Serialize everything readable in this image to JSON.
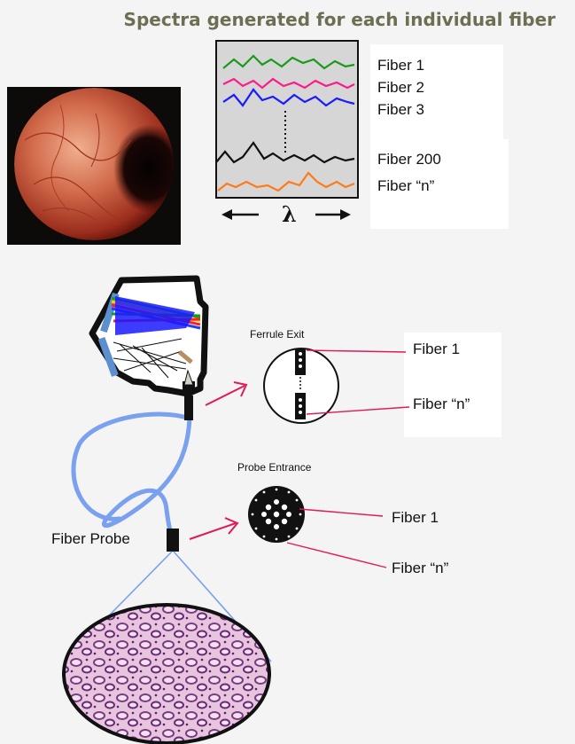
{
  "title": "Spectra generated for each individual fiber",
  "spectra_labels": [
    "Fiber 1",
    "Fiber 2",
    "Fiber 3",
    "Fiber 200",
    "Fiber “n”"
  ],
  "wavelength_symbol": "λ",
  "ferrule": {
    "caption": "Ferrule Exit",
    "labels": [
      "Fiber 1",
      "Fiber “n”"
    ]
  },
  "probe_entrance": {
    "caption": "Probe Entrance",
    "labels": [
      "Fiber 1",
      "Fiber “n”"
    ]
  },
  "probe_label": "Fiber Probe",
  "colors": {
    "title": "#6e6e52",
    "spectrum_1": "#1a9a1a",
    "spectrum_2": "#ff1a8c",
    "spectrum_3": "#1a1aff",
    "spectrum_200": "#111111",
    "spectrum_n": "#ff7a1a",
    "fiber_cable": "#7aa0f0",
    "pointer_arrow": "#e0195a"
  }
}
